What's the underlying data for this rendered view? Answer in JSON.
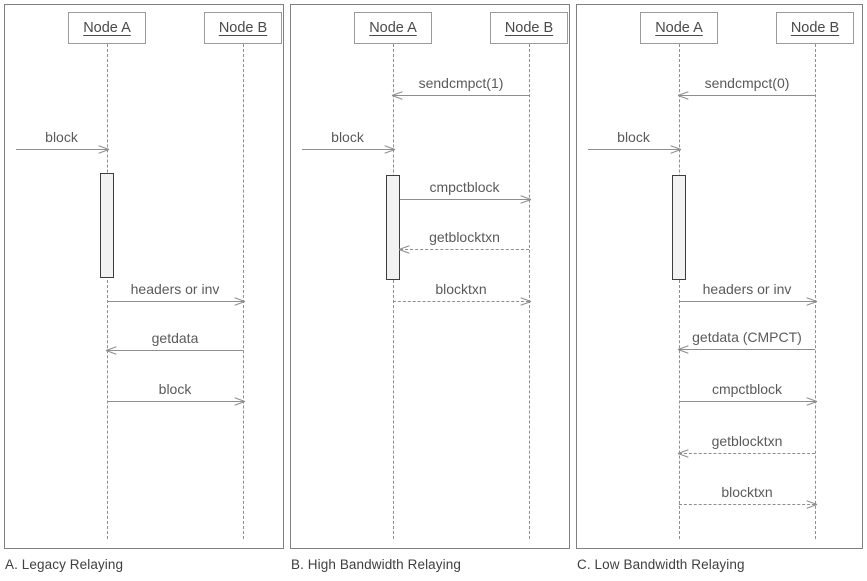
{
  "figure": {
    "title": "Bitcoin compact block relay sequence diagrams",
    "colors": {
      "panel_border": "#808080",
      "node_box_border": "#9a9a9a",
      "lifeline": "#8e8e8e",
      "arrow": "#8e8e8e",
      "activation_fill": "#f2f2f2",
      "activation_border": "#3d3d3d",
      "text": "#5a5a5a",
      "caption_text": "#404040"
    }
  },
  "panels": [
    {
      "id": "a",
      "caption": "A. Legacy Relaying",
      "nodes": [
        {
          "id": "node-a",
          "label": "Node A"
        },
        {
          "id": "node-b",
          "label": "Node B"
        }
      ],
      "messages": [
        {
          "label": "block",
          "from": "external",
          "to": "node-a",
          "direction": "right",
          "style": "solid"
        },
        {
          "label": "headers or inv",
          "from": "node-a",
          "to": "node-b",
          "direction": "right",
          "style": "solid"
        },
        {
          "label": "getdata",
          "from": "node-b",
          "to": "node-a",
          "direction": "left",
          "style": "solid"
        },
        {
          "label": "block",
          "from": "node-a",
          "to": "node-b",
          "direction": "right",
          "style": "solid"
        }
      ]
    },
    {
      "id": "b",
      "caption": "B. High Bandwidth Relaying",
      "nodes": [
        {
          "id": "node-a",
          "label": "Node A"
        },
        {
          "id": "node-b",
          "label": "Node B"
        }
      ],
      "messages": [
        {
          "label": "sendcmpct(1)",
          "from": "node-b",
          "to": "node-a",
          "direction": "left",
          "style": "solid"
        },
        {
          "label": "block",
          "from": "external",
          "to": "node-a",
          "direction": "right",
          "style": "solid"
        },
        {
          "label": "cmpctblock",
          "from": "node-a",
          "to": "node-b",
          "direction": "right",
          "style": "solid"
        },
        {
          "label": "getblocktxn",
          "from": "node-b",
          "to": "node-a",
          "direction": "left",
          "style": "dashed"
        },
        {
          "label": "blocktxn",
          "from": "node-a",
          "to": "node-b",
          "direction": "right",
          "style": "dashed"
        }
      ]
    },
    {
      "id": "c",
      "caption": "C. Low Bandwidth Relaying",
      "nodes": [
        {
          "id": "node-a",
          "label": "Node A"
        },
        {
          "id": "node-b",
          "label": "Node B"
        }
      ],
      "messages": [
        {
          "label": "sendcmpct(0)",
          "from": "node-b",
          "to": "node-a",
          "direction": "left",
          "style": "solid"
        },
        {
          "label": "block",
          "from": "external",
          "to": "node-a",
          "direction": "right",
          "style": "solid"
        },
        {
          "label": "headers or inv",
          "from": "node-a",
          "to": "node-b",
          "direction": "right",
          "style": "solid"
        },
        {
          "label": "getdata (CMPCT)",
          "from": "node-b",
          "to": "node-a",
          "direction": "left",
          "style": "solid"
        },
        {
          "label": "cmpctblock",
          "from": "node-a",
          "to": "node-b",
          "direction": "right",
          "style": "solid"
        },
        {
          "label": "getblocktxn",
          "from": "node-b",
          "to": "node-a",
          "direction": "left",
          "style": "dashed"
        },
        {
          "label": "blocktxn",
          "from": "node-a",
          "to": "node-b",
          "direction": "right",
          "style": "dashed"
        }
      ]
    }
  ]
}
